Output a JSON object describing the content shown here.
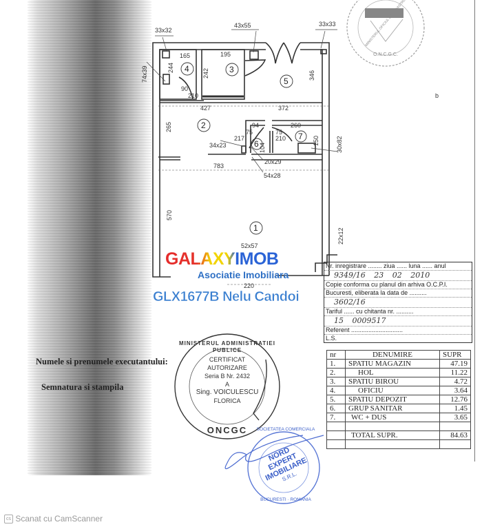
{
  "plan": {
    "rooms": [
      "1",
      "2",
      "3",
      "4",
      "5",
      "6",
      "7"
    ],
    "dims": {
      "d33x32": "33x32",
      "d43x55": "43x55",
      "d33x33": "33x33",
      "d74x39": "74x39",
      "d165": "165",
      "d195": "195",
      "d244": "244",
      "d242": "242",
      "d346": "346",
      "d90": "90",
      "d210a": "210",
      "d427": "427",
      "d372": "372",
      "d265": "265",
      "d94": "94",
      "d260": "260",
      "d75a": "75",
      "d217": "217",
      "d75b": "75",
      "d210b": "210",
      "d104": "104",
      "d150": "150",
      "d30x82": "30x82",
      "d34x23": "34x23",
      "d20x29": "20x29",
      "d54x28": "54x28",
      "d783": "783",
      "d570": "570",
      "d22x12": "22x12",
      "d52x57": "52x57",
      "d220": "220",
      "b": "b"
    }
  },
  "watermark": {
    "brand": "GALAXYIMOB",
    "tagline": "Asociatie Imobiliara",
    "ref": "GLX1677B Nelu Candoi",
    "colors": {
      "red": "#e52b2b",
      "yellow": "#f2d400",
      "blue": "#2a63d6"
    }
  },
  "registration": {
    "lines": [
      "Nr. inregistrare ........ ziua ...... luna ...... anul",
      "Copie conforma cu planul din arhiva O.C.P.I.",
      "Bucuresti, eliberata la data de ..........",
      "Tariful ...... cu chitanta nr. ..........",
      "Referent ..............................",
      "L.S."
    ],
    "handwritten": {
      "nr": "9349/16",
      "ziua": "23",
      "luna": "02",
      "anul": "2010",
      "data": "3602/16",
      "tarif": "15",
      "chitanta": "0009517"
    }
  },
  "table": {
    "headers": [
      "nr",
      "DENUMIRE",
      "SUPR"
    ],
    "rows": [
      [
        "1.",
        "SPATIU MAGAZIN",
        "47.19"
      ],
      [
        "2.",
        "HOL",
        "11.22"
      ],
      [
        "3.",
        "SPATIU BIROU",
        "4.72"
      ],
      [
        "4.",
        "OFICIU",
        "3.64"
      ],
      [
        "5.",
        "SPATIU DEPOZIT",
        "12.76"
      ],
      [
        "6.",
        "GRUP SANITAR",
        "1.45"
      ],
      [
        "7.",
        "WC + DUS",
        "3.65"
      ]
    ],
    "total_label": "TOTAL SUPR.",
    "total_value": "84.63"
  },
  "executant": {
    "name_label": "Numele si prenumele executantului:",
    "sign_label": "Semnatura si stampila"
  },
  "stamps": {
    "certificate": {
      "ring": "MINISTERUL ADMINISTRATIEI PUBLICE",
      "bottom": "ONCGC",
      "lines": [
        "CERTIFICAT",
        "AUTORIZARE",
        "Seria B Nr. 2432",
        "A",
        "Sing. VOICULESCU",
        "FLORICA"
      ]
    },
    "company": {
      "ring": "SOCIETATEA COMERCIALA",
      "bottom": "BUCURESTI · ROMANIA",
      "lines": [
        "NORD",
        "EXPERT",
        "IMOBILIARE",
        "S.R.L."
      ],
      "color": "#3b5fc8"
    },
    "ocpi": {
      "ring": "MINISTERUL OFICIUL DE CADASTRU",
      "bottom": "O.N.C.G.C."
    }
  },
  "footer": {
    "text": "Scanat cu CamScanner"
  }
}
